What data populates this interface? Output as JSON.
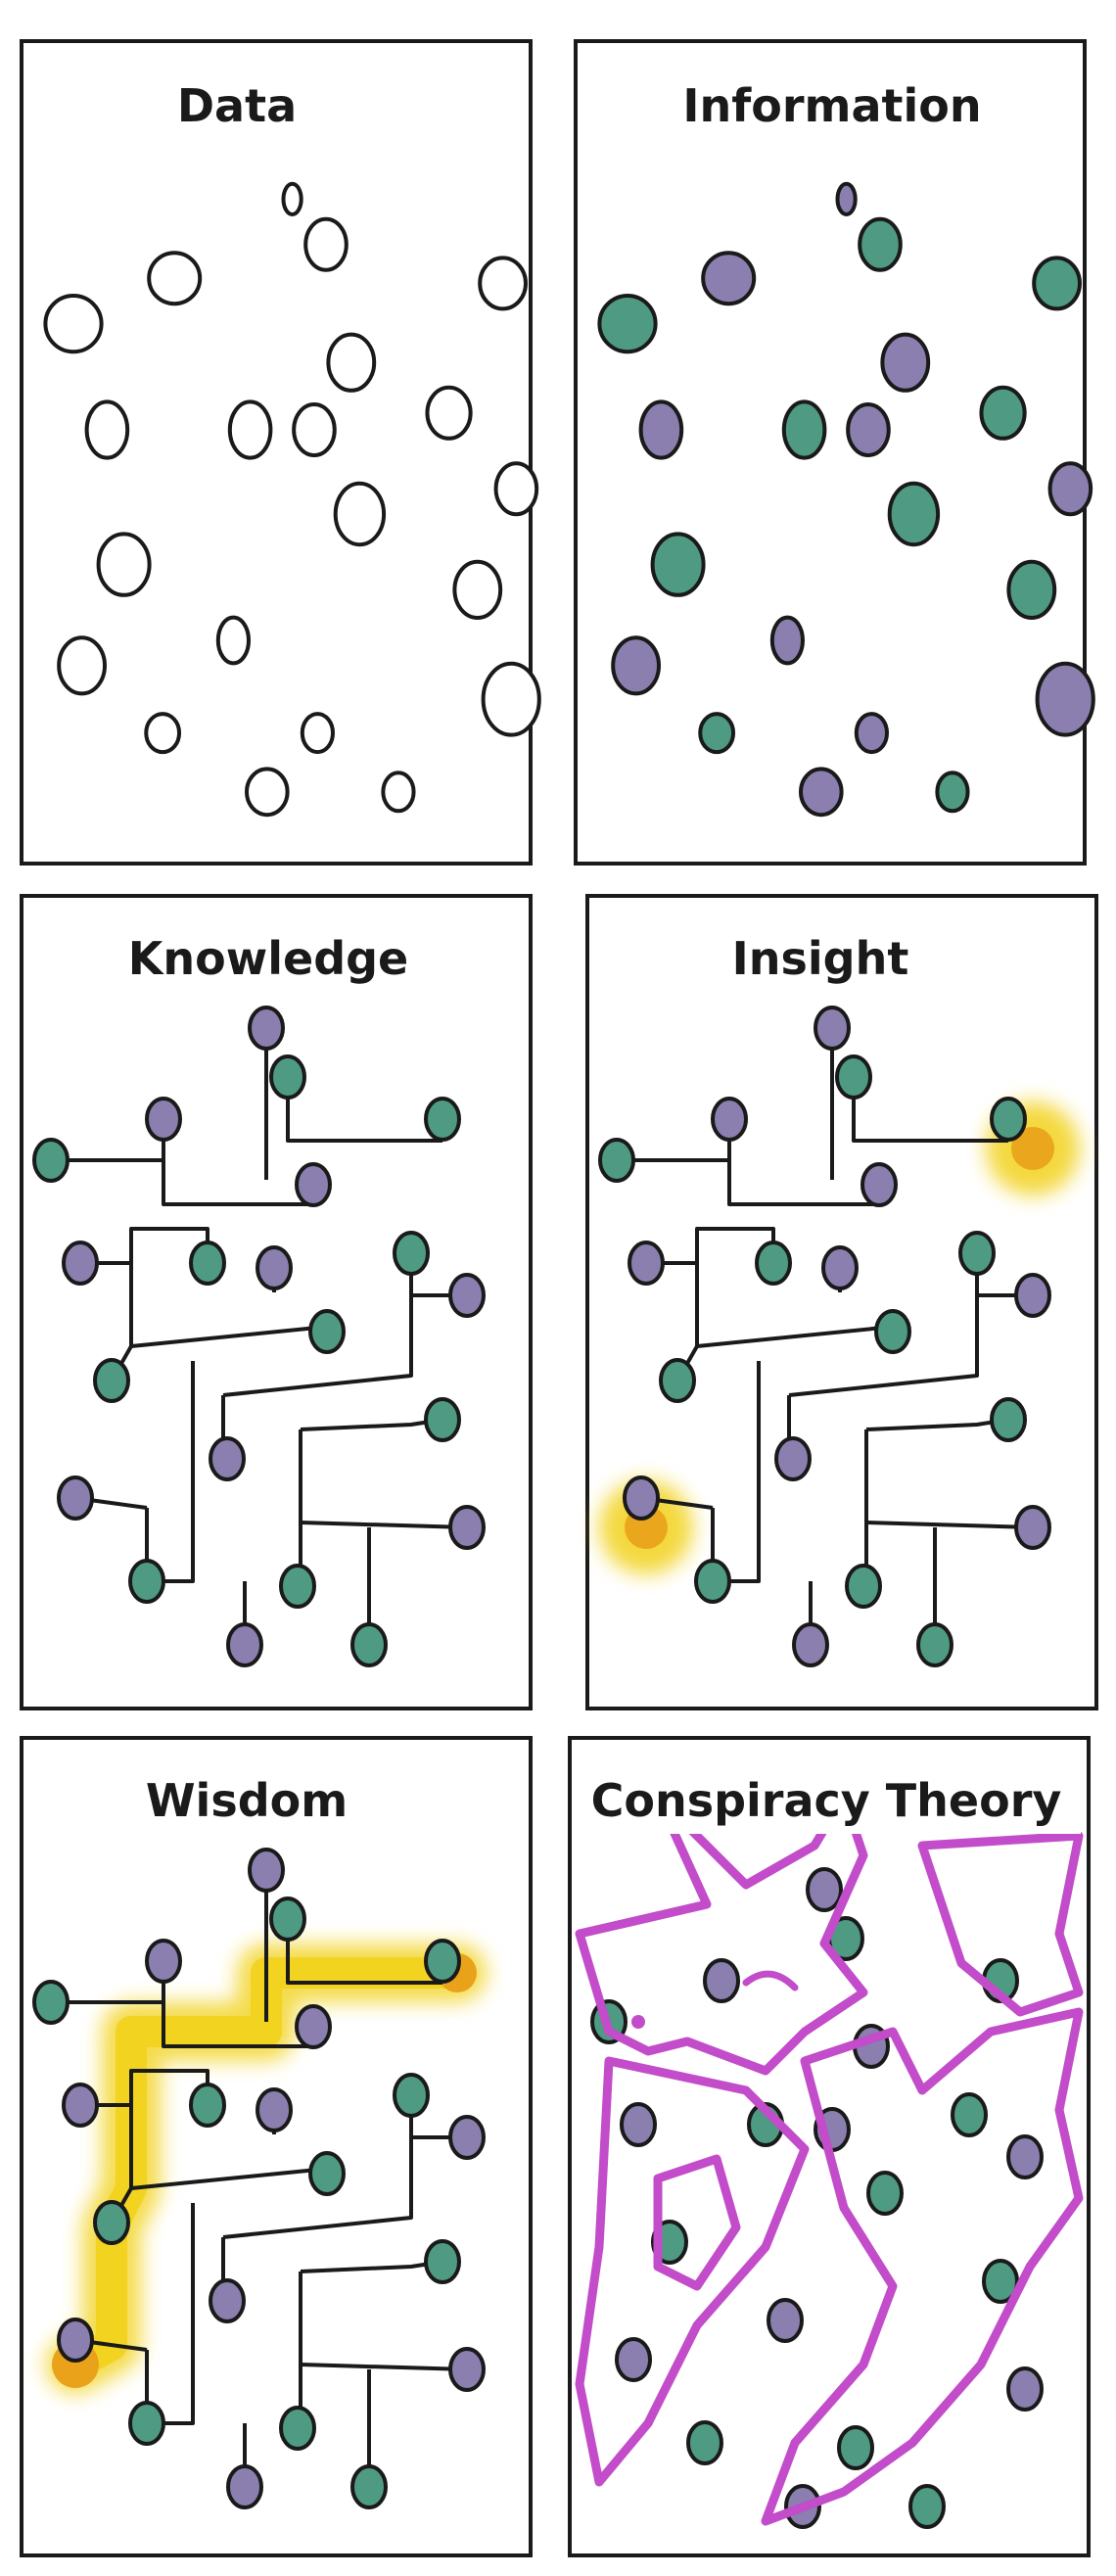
{
  "panels": [
    {
      "id": "data",
      "title": "Data",
      "style": "outline"
    },
    {
      "id": "information",
      "title": "Information",
      "style": "colored"
    },
    {
      "id": "knowledge",
      "title": "Knowledge",
      "style": "network"
    },
    {
      "id": "insight",
      "title": "Insight",
      "style": "network-insight"
    },
    {
      "id": "wisdom",
      "title": "Wisdom",
      "style": "network-wisdom"
    },
    {
      "id": "conspiracy-theory",
      "title": "Conspiracy Theory",
      "style": "conspiracy"
    }
  ],
  "colors": {
    "ink": "#1a1a1a",
    "green": "#4f9a82",
    "purple": "#8a7fae",
    "gray": "#8f978f",
    "highlight": "#f2d21c",
    "highlight_core": "#e9a21a",
    "magenta": "#c24cc9"
  }
}
